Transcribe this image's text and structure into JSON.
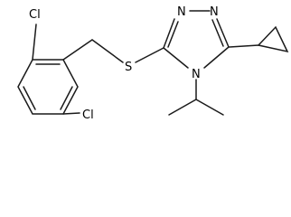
{
  "molecule": {
    "atoms": {
      "cl_top": "Cl",
      "cl_bottom": "Cl",
      "sulfur": "S",
      "n1": "N",
      "n2": "N",
      "n4": "N"
    },
    "colors": {
      "bond": "#1a1a1a",
      "label": "#000000",
      "background": "#ffffff"
    }
  }
}
